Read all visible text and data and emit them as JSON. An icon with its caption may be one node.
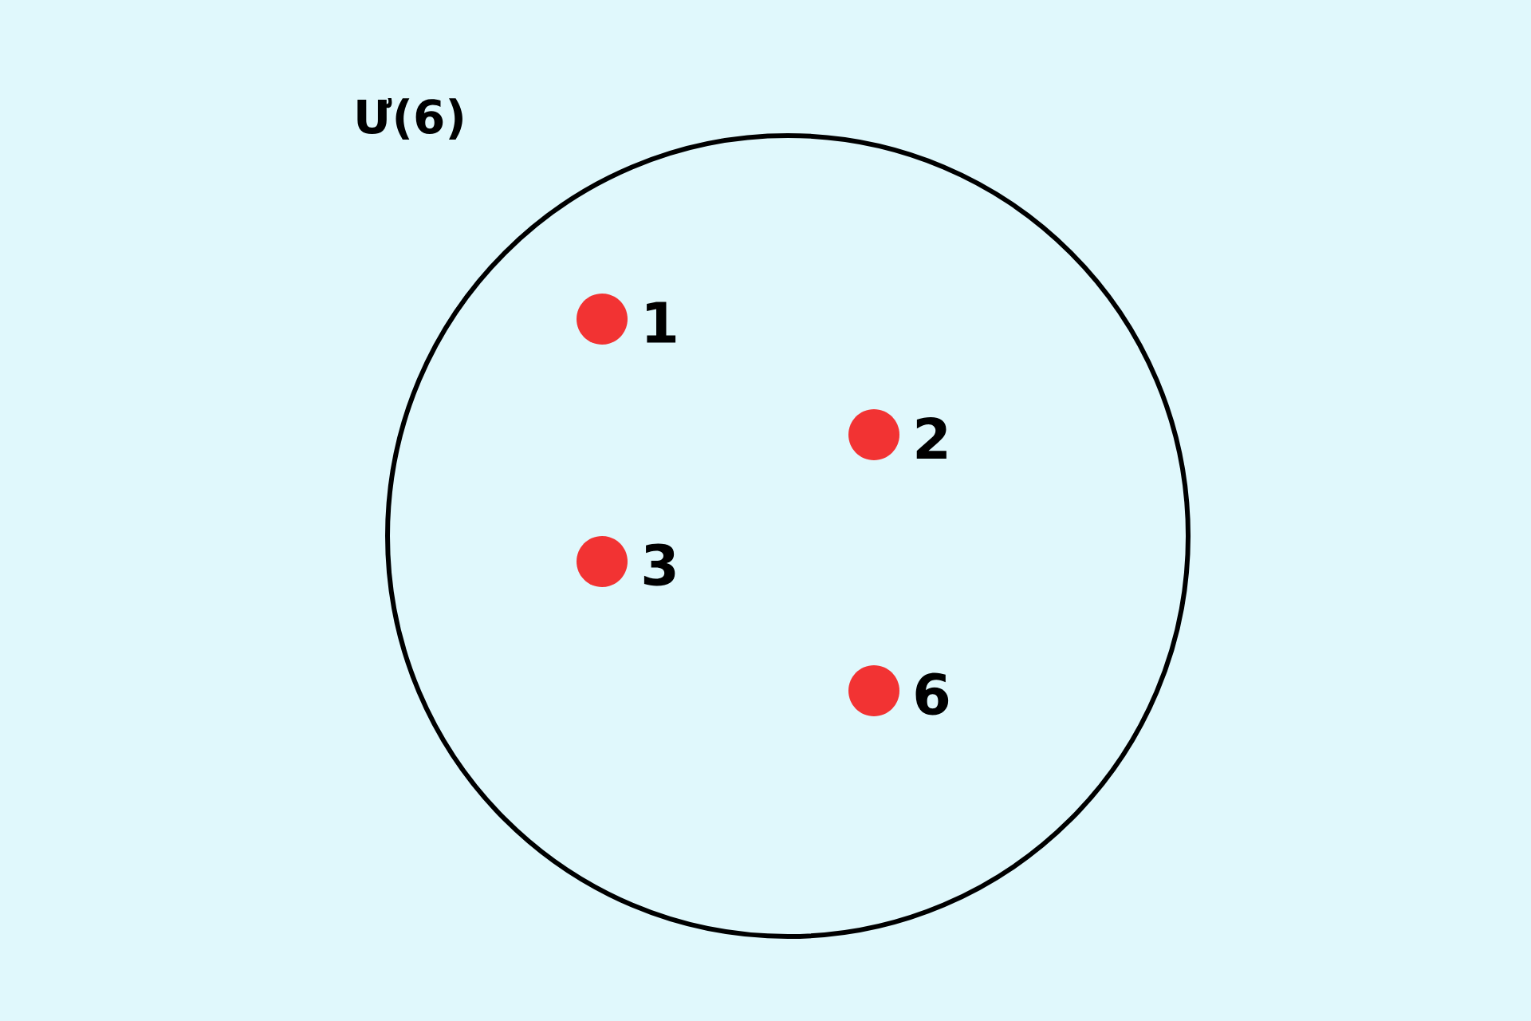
{
  "diagram": {
    "nodes": [
      {
        "text": [
          "Ư(6)"
        ]
      },
      {
        "text": [],
        "shape": "circle",
        "in": 0,
        "beside": [
          "1"
        ]
      },
      {
        "text": [],
        "shape": "circle",
        "in": 0,
        "beside": [
          "2"
        ]
      },
      {
        "text": [],
        "shape": "circle",
        "in": 0,
        "beside": [
          "3"
        ]
      },
      {
        "text": [],
        "shape": "circle",
        "in": 0,
        "beside": [
          "6"
        ]
      }
    ]
  }
}
